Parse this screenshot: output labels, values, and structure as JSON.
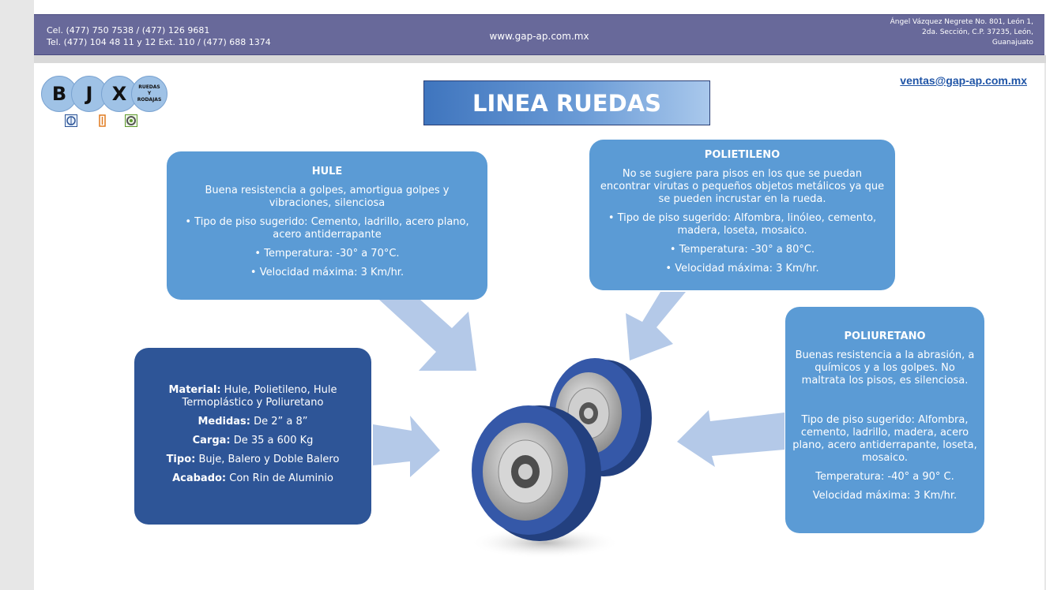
{
  "header": {
    "phone_line1": "Cel. (477) 750 7538 / (477) 126 9681",
    "phone_line2": "Tel. (477) 104 48 11 y 12 Ext. 110 / (477) 688 1374",
    "website": "www.gap-ap.com.mx",
    "address_line1": "Ángel Vázquez Negrete No. 801, León 1,",
    "address_line2": "2da. Sección, C.P. 37235, León,",
    "address_line3": "Guanajuato"
  },
  "logo": {
    "letters": [
      "B",
      "J",
      "X"
    ],
    "tagline_line1": "RUEDAS",
    "tagline_line2": "Y",
    "tagline_line3": "RODAJAS",
    "icons": [
      "wheel-blue-icon",
      "caster-orange-icon",
      "wheel-green-icon"
    ]
  },
  "title": "LINEA RUEDAS",
  "email": "ventas@gap-ap.com.mx",
  "hule": {
    "heading": "HULE",
    "desc": "Buena resistencia a golpes, amortigua golpes y vibraciones, silenciosa",
    "piso": "• Tipo de piso sugerido: Cemento, ladrillo, acero plano, acero antiderrapante",
    "temp": "• Temperatura:  -30° a 70°C.",
    "vel": "• Velocidad máxima: 3 Km/hr."
  },
  "polietileno": {
    "heading": "POLIETILENO",
    "desc": "No se sugiere para pisos en los que se puedan encontrar virutas o pequeños objetos metálicos ya que se pueden incrustar en la rueda.",
    "piso": "• Tipo de piso sugerido: Alfombra, linóleo, cemento, madera, loseta, mosaico.",
    "temp": "• Temperatura:  -30° a 80°C.",
    "vel": "• Velocidad máxima: 3 Km/hr."
  },
  "poliuretano": {
    "heading": "POLIURETANO",
    "desc": "Buenas resistencia a la abrasión, a químicos y a los golpes. No maltrata los pisos, es silenciosa.",
    "piso": "Tipo de piso sugerido: Alfombra, cemento, ladrillo, madera, acero plano, acero antiderrapante, loseta, mosaico.",
    "temp": "Temperatura: -40° a 90° C.",
    "vel": "Velocidad máxima: 3 Km/hr."
  },
  "specs": {
    "material_label": "Material:",
    "material_value": " Hule, Polietileno, Hule Termoplástico y Poliuretano",
    "medidas_label": "Medidas:",
    "medidas_value": " De 2” a 8”",
    "carga_label": "Carga:",
    "carga_value": " De 35 a 600 Kg",
    "tipo_label": "Tipo:",
    "tipo_value": " Buje, Balero y Doble Balero",
    "acabado_label": "Acabado:",
    "acabado_value": " Con Rin de Aluminio"
  },
  "colors": {
    "header_bg": "#68699a",
    "light_box": "#5b9bd5",
    "dark_box": "#2e5597",
    "arrow": "#b4c9e8",
    "email": "#1f54a6",
    "wheel_tread": "#3558a8"
  }
}
